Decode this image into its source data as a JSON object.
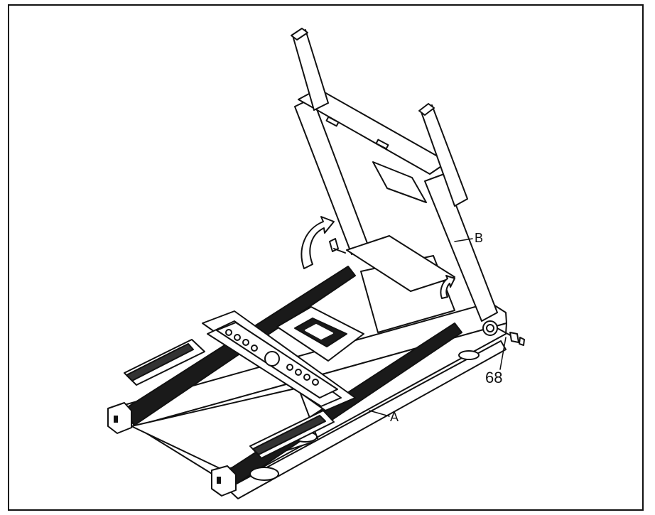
{
  "diagram": {
    "callouts": {
      "upright_label": "B",
      "base_label": "A",
      "part_label": "68"
    },
    "line_color": "#111111",
    "fill_color": "#ffffff",
    "belt_color": "#1a1a1a"
  }
}
